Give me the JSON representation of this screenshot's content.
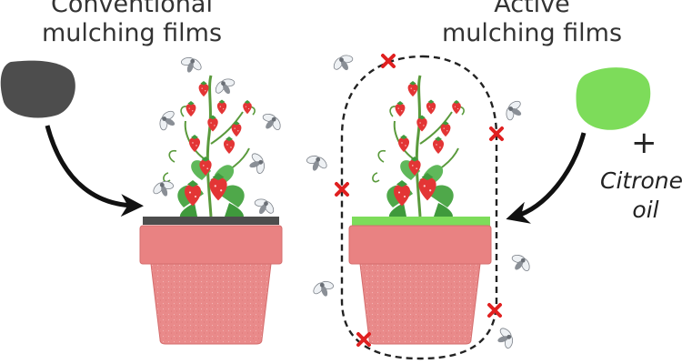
{
  "labels": {
    "conventional_line1": "Conventional",
    "conventional_line2": "mulching films",
    "active_line1": "Active",
    "active_line2": "mulching films",
    "plus": "+",
    "additive_line1": "Citronella",
    "additive_line2": "oil"
  },
  "colors": {
    "conventional_film": "#4d4d4d",
    "active_film": "#7ddc5a",
    "pot": "#e98282",
    "pot_rim": "#e47a7a",
    "strawberry": "#e33535",
    "leaf": "#4fa84a",
    "barrier": "#222222",
    "repelled_marker": "#e02020"
  },
  "icons": {
    "fly": "fly-icon",
    "repelled": "red-x-icon",
    "arrow": "curved-arrow-icon"
  }
}
